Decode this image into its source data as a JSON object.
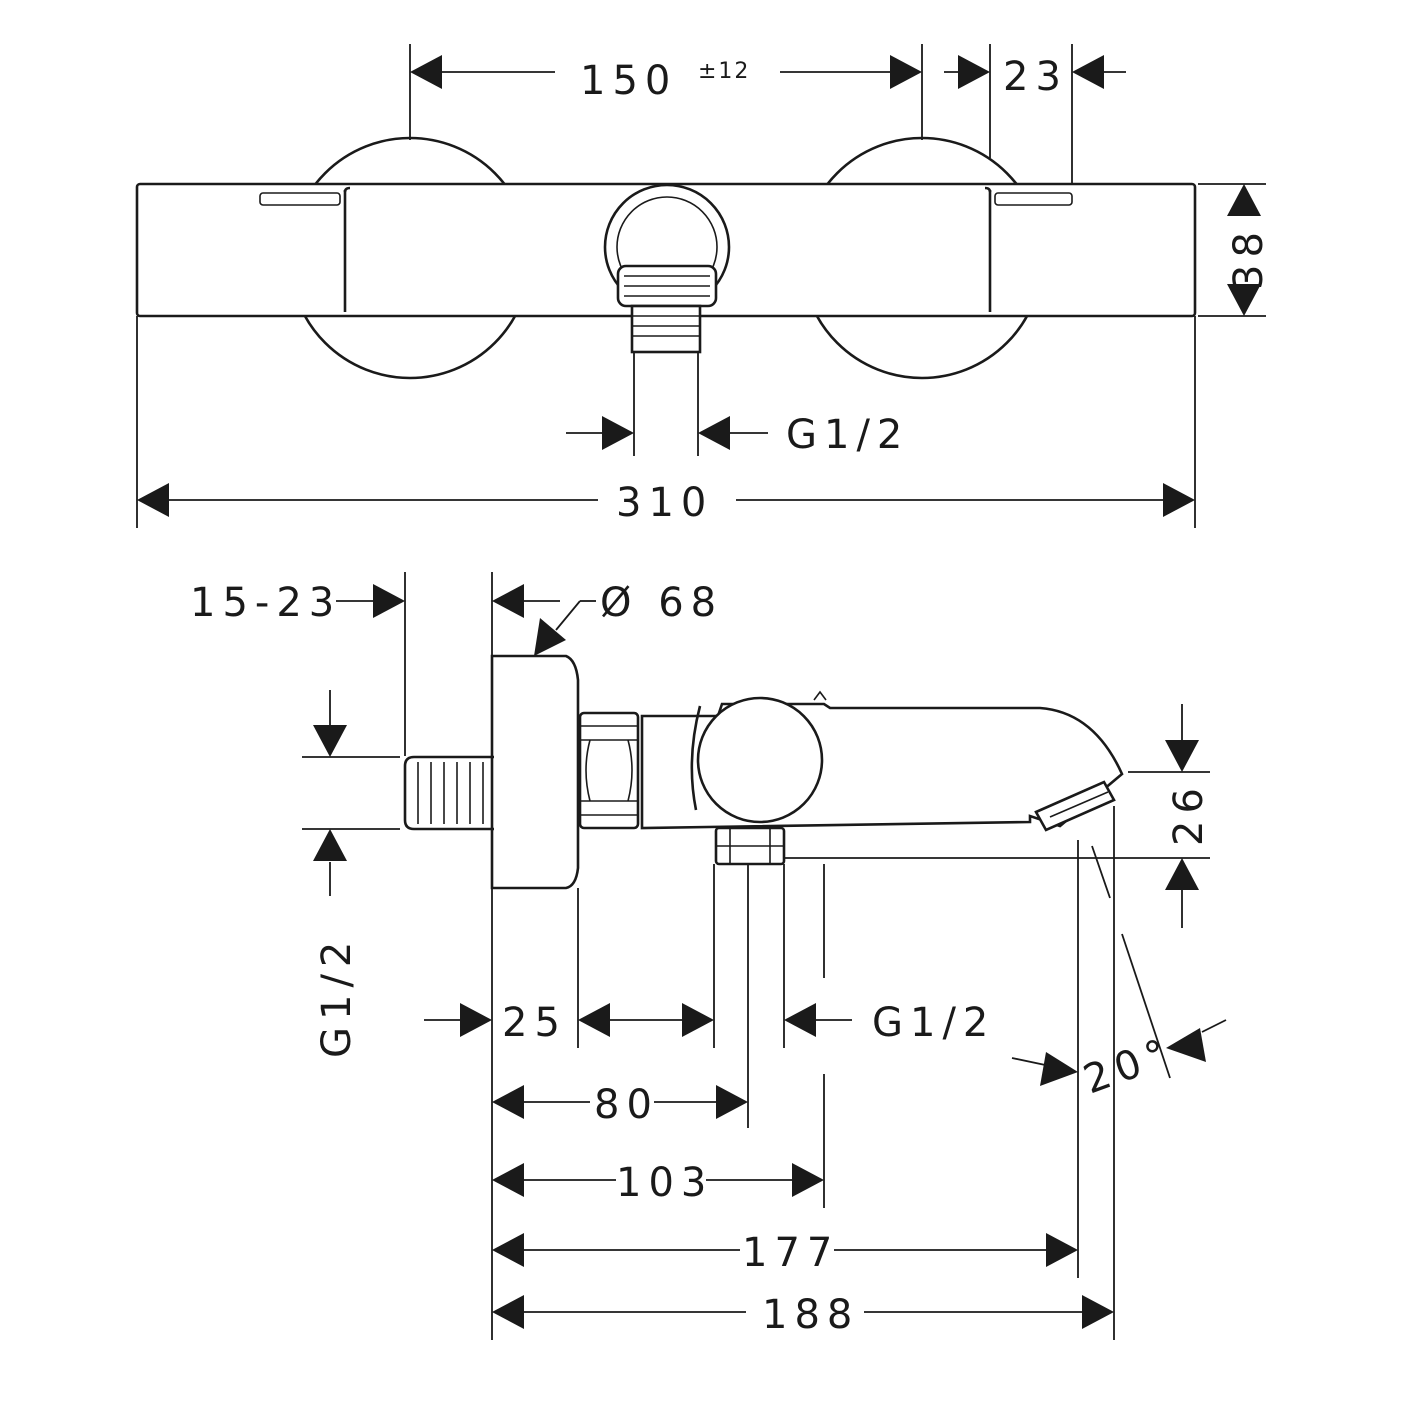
{
  "front_view": {
    "dim_centers": "150",
    "dim_centers_tolerance": "±12",
    "dim_end": "23",
    "dim_height": "38",
    "dim_outlet_thread": "G1/2",
    "dim_total_width": "310"
  },
  "side_view": {
    "dim_wall_distance": "15-23",
    "dim_escutcheon_diameter": "Ø 68",
    "dim_inlet_thread": "G1/2",
    "dim_escutcheon_depth": "25",
    "dim_bottom_outlet_thread": "G1/2",
    "dim_outlet_axis": "80",
    "dim_body_axis": "103",
    "dim_spout_reach": "177",
    "dim_total_depth": "188",
    "dim_spout_height": "26",
    "dim_spout_angle": "20°"
  },
  "colors": {
    "line": "#1a1a1a",
    "background": "#ffffff"
  }
}
